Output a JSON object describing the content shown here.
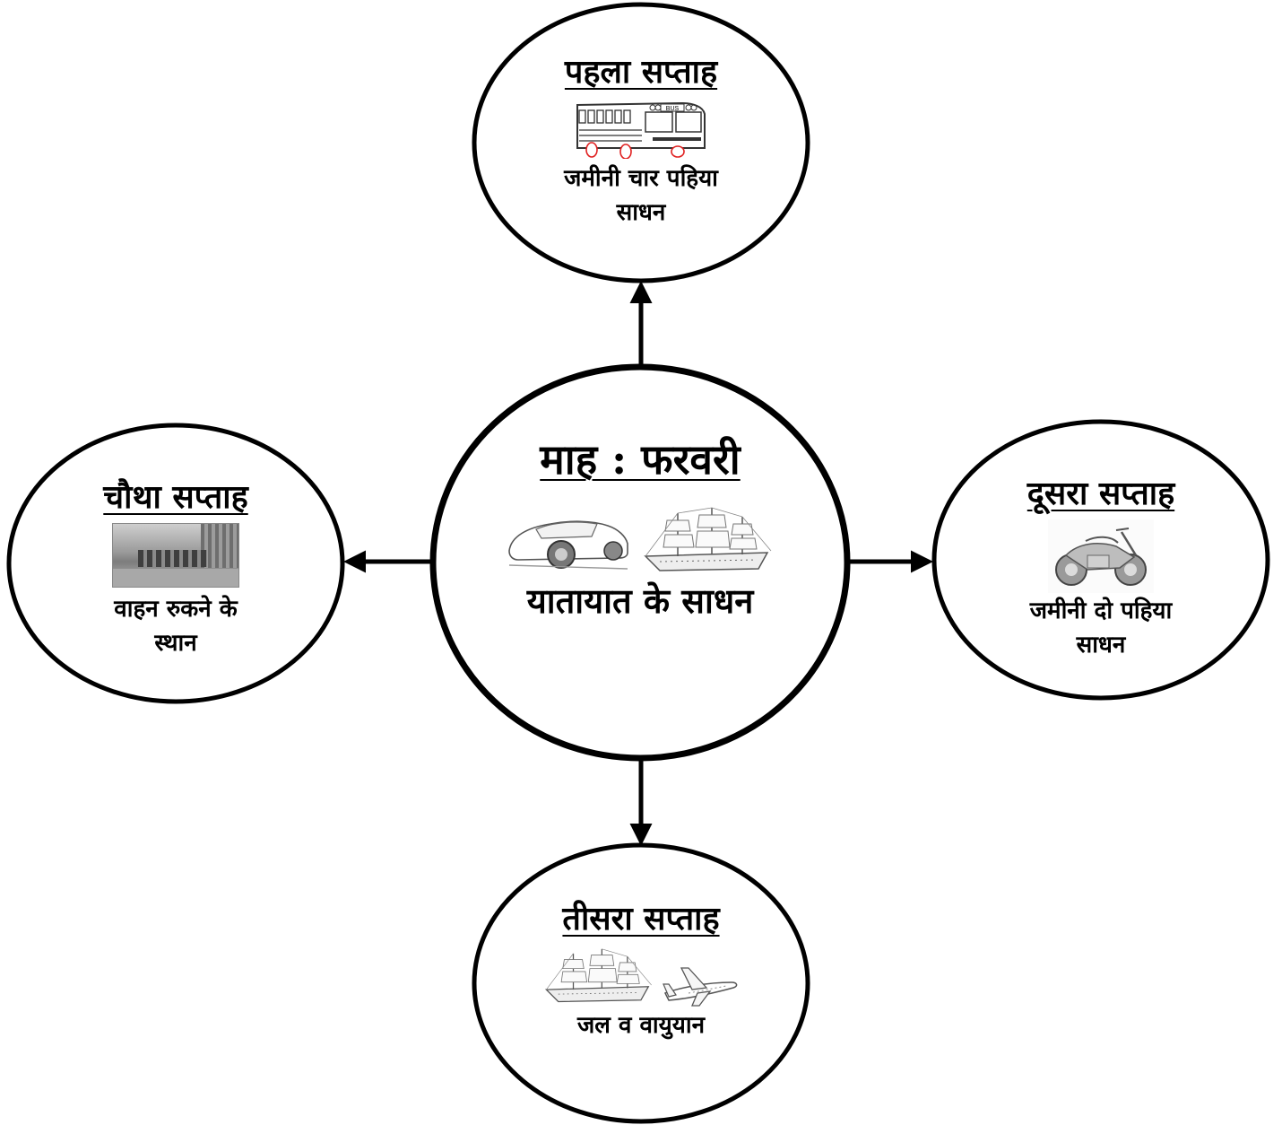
{
  "center": {
    "title": "माह : फरवरी",
    "description": "यातायात के साधन",
    "icons": [
      "car-icon",
      "ship-icon"
    ]
  },
  "nodes": {
    "top": {
      "title": "पहला सप्ताह",
      "desc_line1": "जमीनी चार पहिया",
      "desc_line2": "साधन",
      "icons": [
        "bus-icon"
      ],
      "bus_label": "BUS"
    },
    "right": {
      "title": "दूसरा सप्ताह",
      "desc_line1": "जमीनी दो पहिया",
      "desc_line2": "साधन",
      "icons": [
        "motorcycle-icon"
      ]
    },
    "bottom": {
      "title": "तीसरा सप्ताह",
      "desc_line1": "जल व वायुयान",
      "icons": [
        "ship-icon",
        "airplane-icon"
      ]
    },
    "left": {
      "title": "चौथा सप्ताह",
      "desc_line1": "वाहन रुकने के",
      "desc_line2": "स्थान",
      "icons": [
        "bus-station-photo"
      ]
    }
  },
  "colors": {
    "stroke": "#000000",
    "wheel_accent": "#e02020",
    "background": "#ffffff"
  }
}
